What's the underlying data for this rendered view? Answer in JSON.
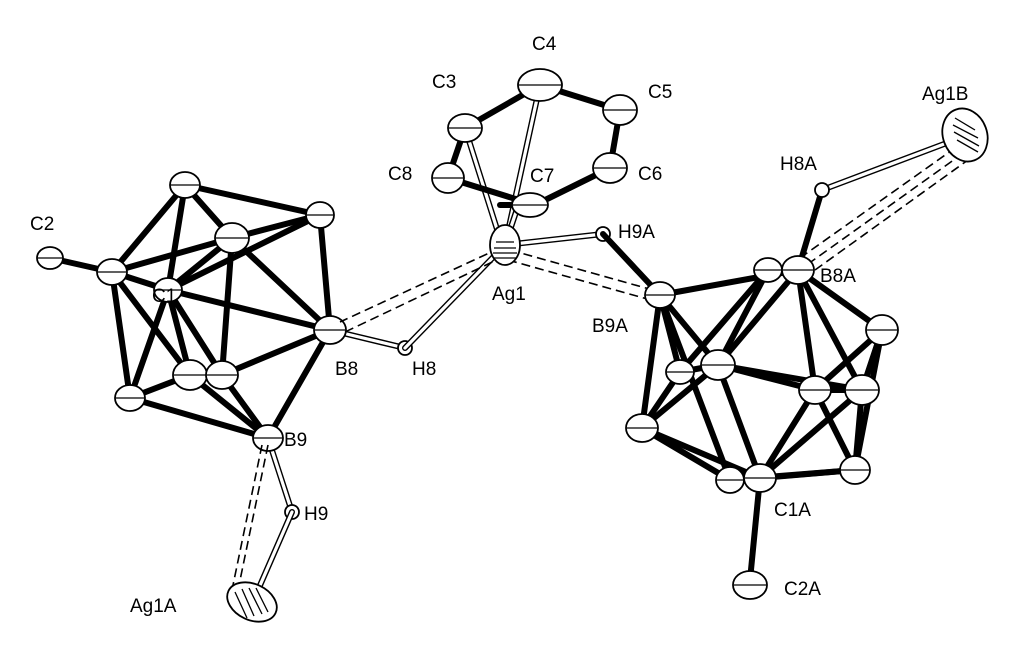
{
  "figure": {
    "atom_labels": {
      "C1": "C1",
      "C2": "C2",
      "B8": "B8",
      "B9": "B9",
      "H8": "H8",
      "H9": "H9",
      "Ag1A": "Ag1A",
      "Ag1": "Ag1",
      "C3": "C3",
      "C4": "C4",
      "C5": "C5",
      "C6": "C6",
      "C7": "C7",
      "C8": "C8",
      "H9A": "H9A",
      "B9A": "B9A",
      "B8A": "B8A",
      "H8A": "H8A",
      "Ag1B": "Ag1B",
      "C1A": "C1A",
      "C2A": "C2A"
    }
  }
}
